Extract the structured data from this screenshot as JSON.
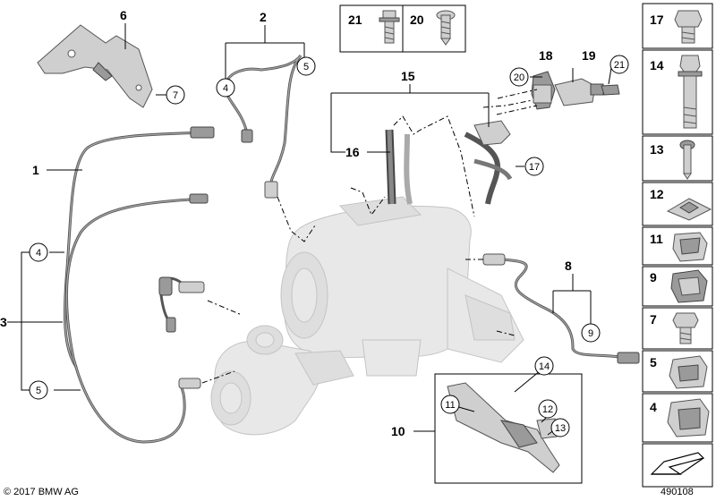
{
  "callouts": {
    "c1": "1",
    "c2": "2",
    "c3": "3",
    "c4a": "4",
    "c4b": "4",
    "c5a": "5",
    "c5b": "5",
    "c6": "6",
    "c7": "7",
    "c8": "8",
    "c9": "9",
    "c10": "10",
    "c11": "11",
    "c12": "12",
    "c13": "13",
    "c14": "14",
    "c15": "15",
    "c16": "16",
    "c17": "17",
    "c18": "18",
    "c19": "19",
    "c20": "20",
    "c21": "21"
  },
  "top_box": {
    "left_label": "21",
    "right_label": "20"
  },
  "sidebar": {
    "items": [
      "17",
      "14",
      "13",
      "12",
      "11",
      "9",
      "7",
      "5",
      "4"
    ]
  },
  "footer": {
    "copyright": "© 2017 BMW AG",
    "diagram_number": "490108"
  }
}
